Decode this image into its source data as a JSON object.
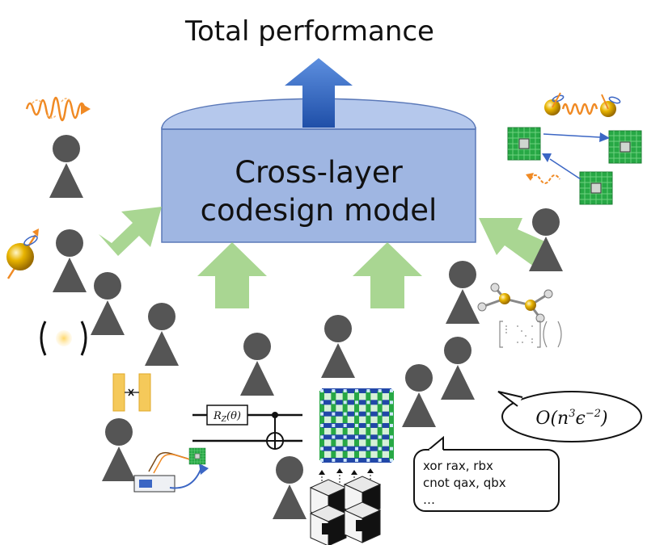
{
  "title": "Total performance",
  "model": {
    "line1": "Cross-layer",
    "line2": "codesign model"
  },
  "gate": {
    "name": "R",
    "sub": "Z",
    "arg": "(θ)"
  },
  "complexity": {
    "open": "O(n",
    "exp1": "3",
    "mid": "ϵ",
    "exp2": "−2",
    "close": ")"
  },
  "code": {
    "line1": "xor rax, rbx",
    "line2": "cnot qax, qbx",
    "line3": "…"
  },
  "colors": {
    "model_fill": "#9fb6e2",
    "model_top": "#b5c8ec",
    "model_stroke": "#5a78b8",
    "blue_arrow": "#3f72c9",
    "green_arrow": "#a9d692",
    "person": "#555555",
    "orange": "#f08a24",
    "gold": "#d9a400",
    "chip_green": "#27a845",
    "lattice_blue": "#2147a8"
  }
}
